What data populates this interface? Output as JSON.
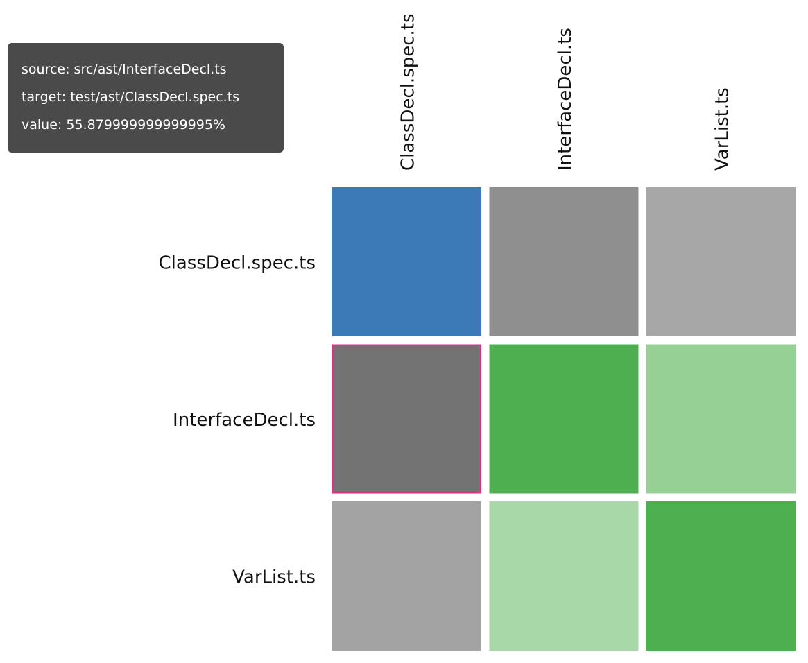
{
  "tooltip": {
    "source_label": "source:",
    "source_value": "src/ast/InterfaceDecl.ts",
    "target_label": "target:",
    "target_value": "test/ast/ClassDecl.spec.ts",
    "value_label": "value:",
    "value_value": "55.879999999999995%"
  },
  "chart_data": {
    "type": "heatmap",
    "rows": [
      "ClassDecl.spec.ts",
      "InterfaceDecl.ts",
      "VarList.ts"
    ],
    "columns": [
      "ClassDecl.spec.ts",
      "InterfaceDecl.ts",
      "VarList.ts"
    ],
    "cells": [
      [
        {
          "color": "#3b7ab7"
        },
        {
          "color": "#8f8f8f"
        },
        {
          "color": "#a7a7a7"
        }
      ],
      [
        {
          "color": "#737373",
          "highlighted": true
        },
        {
          "color": "#4daf4f"
        },
        {
          "color": "#96d095"
        }
      ],
      [
        {
          "color": "#a3a3a3"
        },
        {
          "color": "#a8d8a8"
        },
        {
          "color": "#4daf4f"
        }
      ]
    ],
    "highlight_color": "#d63384",
    "legend": false,
    "grid": false
  }
}
